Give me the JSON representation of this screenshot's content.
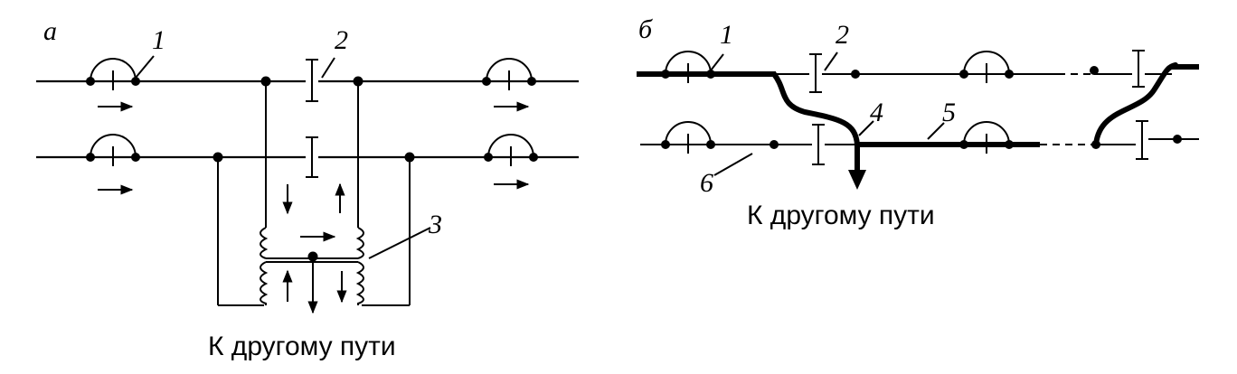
{
  "panel_a": {
    "letter": "а",
    "labels": {
      "l1": "1",
      "l2": "2",
      "l3": "3"
    },
    "caption": "К другому пути"
  },
  "panel_b": {
    "letter": "б",
    "labels": {
      "l1": "1",
      "l2": "2",
      "l4": "4",
      "l5": "5",
      "l6": "6"
    },
    "caption": "К другому пути"
  },
  "icons": [
    "arrow-icon",
    "insulating-joint-icon",
    "rail-connector-icon",
    "choke-transformer-icon"
  ]
}
